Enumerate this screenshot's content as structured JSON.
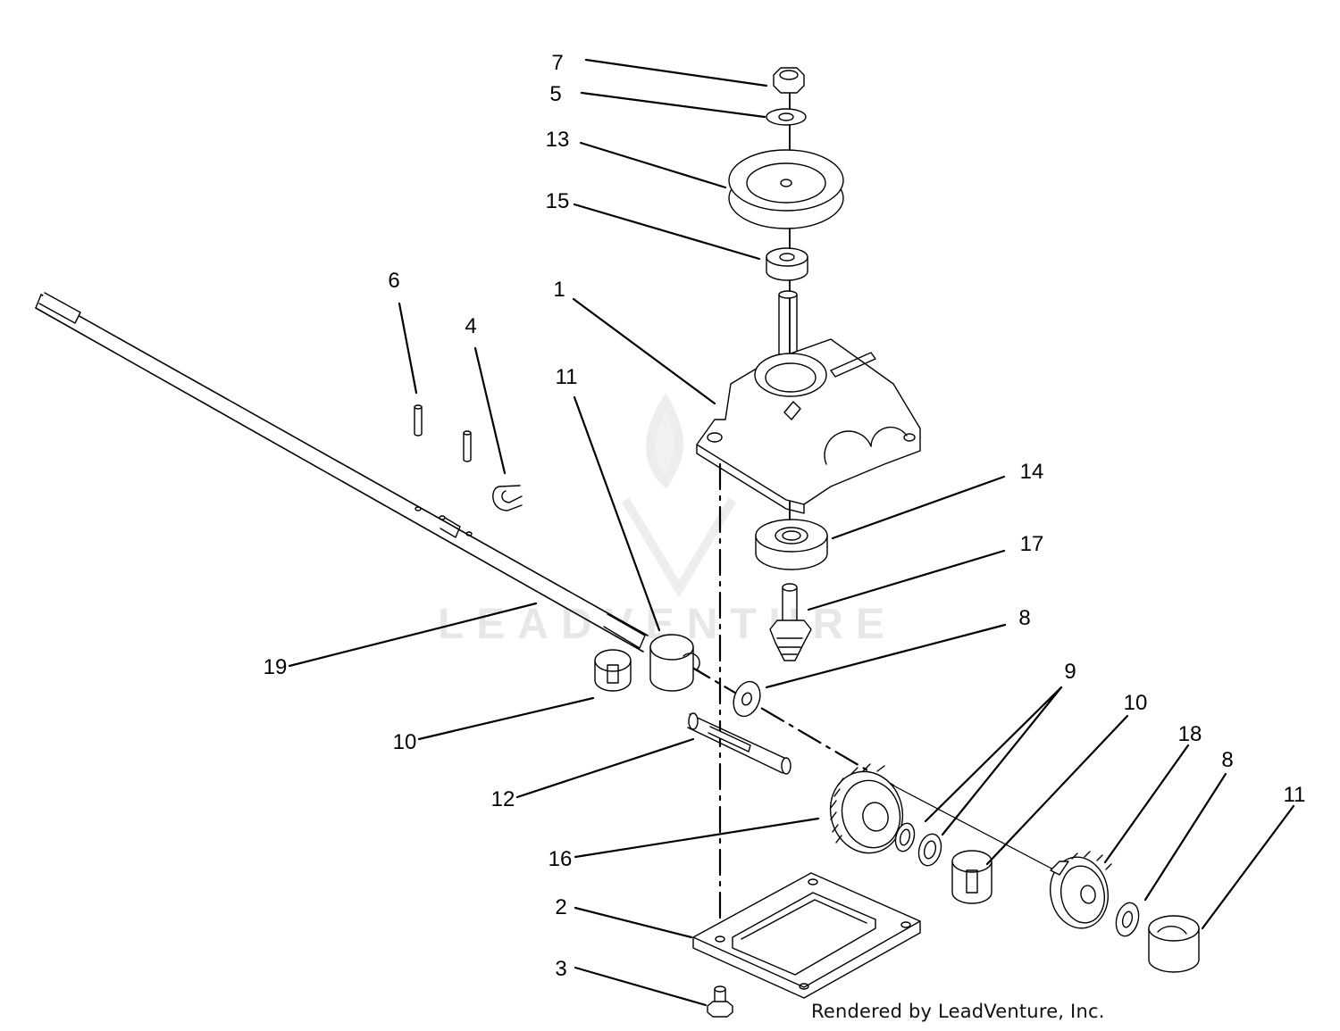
{
  "diagram": {
    "credit": "Rendered by LeadVenture, Inc.",
    "watermark": "LEADVENTURE",
    "callouts": [
      {
        "id": "c7",
        "label": "7"
      },
      {
        "id": "c5",
        "label": "5"
      },
      {
        "id": "c13",
        "label": "13"
      },
      {
        "id": "c15",
        "label": "15"
      },
      {
        "id": "c6",
        "label": "6"
      },
      {
        "id": "c4",
        "label": "4"
      },
      {
        "id": "c1",
        "label": "1"
      },
      {
        "id": "c11a",
        "label": "11"
      },
      {
        "id": "c14",
        "label": "14"
      },
      {
        "id": "c17",
        "label": "17"
      },
      {
        "id": "c8a",
        "label": "8"
      },
      {
        "id": "c19",
        "label": "19"
      },
      {
        "id": "c10a",
        "label": "10"
      },
      {
        "id": "c9",
        "label": "9"
      },
      {
        "id": "c10b",
        "label": "10"
      },
      {
        "id": "c18",
        "label": "18"
      },
      {
        "id": "c8b",
        "label": "8"
      },
      {
        "id": "c11b",
        "label": "11"
      },
      {
        "id": "c12",
        "label": "12"
      },
      {
        "id": "c16",
        "label": "16"
      },
      {
        "id": "c2",
        "label": "2"
      },
      {
        "id": "c3",
        "label": "3"
      }
    ]
  }
}
